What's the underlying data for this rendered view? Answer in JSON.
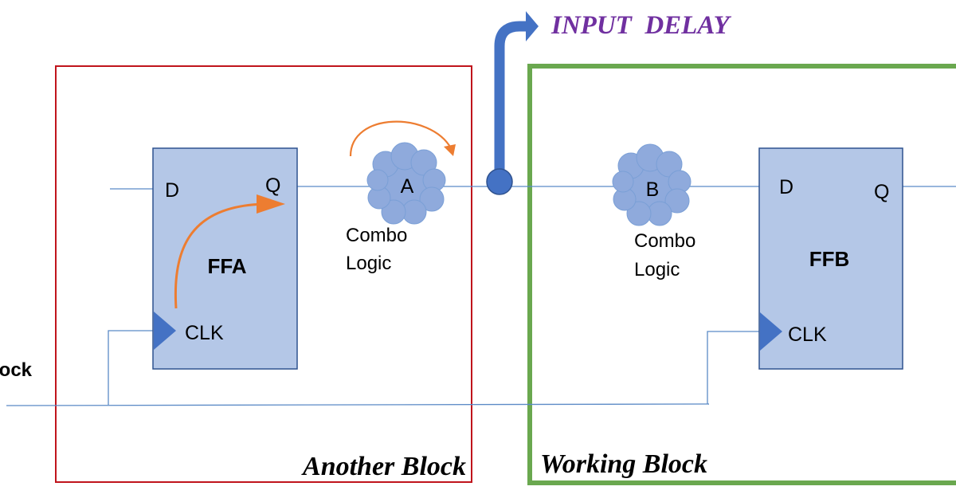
{
  "blocks": {
    "another_block_label": "Another Block",
    "working_block_label": "Working Block"
  },
  "clock": {
    "label": "lock"
  },
  "input_delay": {
    "label": "INPUT  DELAY"
  },
  "ffa": {
    "name": "FFA",
    "d_pin": "D",
    "q_pin": "Q",
    "clk_pin": "CLK"
  },
  "ffb": {
    "name": "FFB",
    "d_pin": "D",
    "q_pin": "Q",
    "clk_pin": "CLK"
  },
  "combo_a": {
    "id": "A",
    "caption_line1": "Combo",
    "caption_line2": "Logic"
  },
  "combo_b": {
    "id": "B",
    "caption_line1": "Combo",
    "caption_line2": "Logic"
  },
  "colors": {
    "another_block_border": "#c0141c",
    "working_block_border": "#6aa84f",
    "flipflop_fill": "#b4c7e7",
    "flipflop_border": "#2f528f",
    "cloud_fill": "#8faadc",
    "cloud_border": "#7a9fd6",
    "wire": "#5b8ac6",
    "arrow_orange": "#ed7d31",
    "input_delay_arrow": "#4472c4",
    "input_delay_text": "#7030a0",
    "clk_triangle": "#4472c4"
  }
}
